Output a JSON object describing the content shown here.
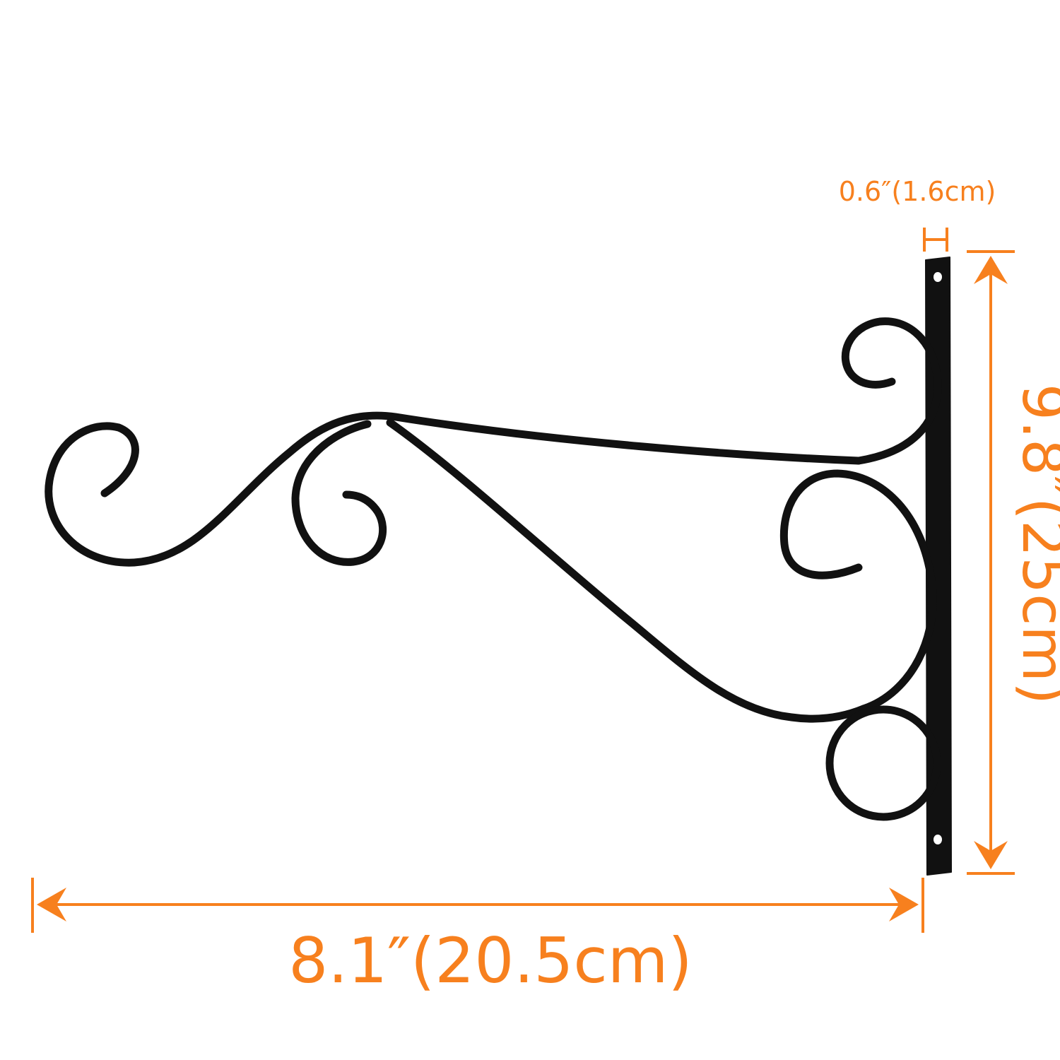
{
  "dimensions": {
    "plate_thickness": "0.6″(1.6cm)",
    "height": "9.8″(25cm)",
    "length": "8.1″(20.5cm)"
  },
  "colors": {
    "annotation": "#f7801e",
    "bracket": "#111111",
    "background": "#ffffff"
  },
  "icons": {
    "product": "hanging-plant-bracket-icon"
  }
}
